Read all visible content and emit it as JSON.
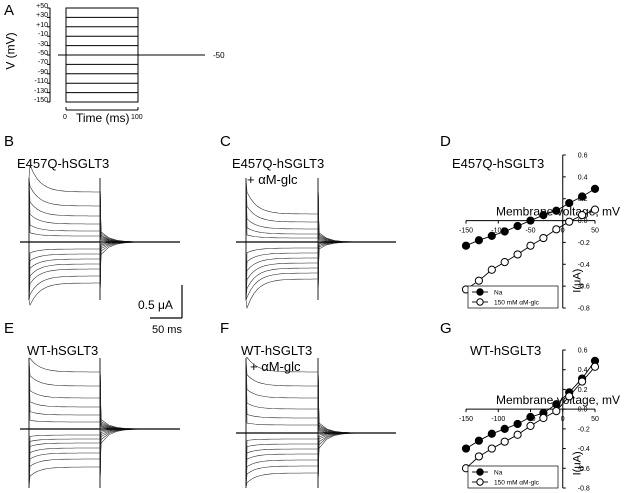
{
  "panels": {
    "A": {
      "label": "A",
      "ylabel": "V (mV)",
      "yticks": [
        "+50",
        "+30",
        "+10",
        "-10",
        "-30",
        "-50",
        "-70",
        "-90",
        "-110",
        "-130",
        "-150"
      ],
      "xlabel": "Time (ms)",
      "xtick_start": "0",
      "xtick_end": "100",
      "holding_label": "-50"
    },
    "B": {
      "label": "B",
      "title": "E457Q-hSGLT3"
    },
    "C": {
      "label": "C",
      "title": "E457Q-hSGLT3",
      "subtitle": "+ αM-glc"
    },
    "D": {
      "label": "D",
      "title": "E457Q-hSGLT3"
    },
    "E": {
      "label": "E",
      "title": "WT-hSGLT3"
    },
    "F": {
      "label": "F",
      "title": "WT-hSGLT3",
      "subtitle": "+ αM-glc"
    },
    "G": {
      "label": "G",
      "title": "WT-hSGLT3"
    },
    "scalebar": {
      "current": "0.5 μA",
      "time": "50 ms"
    }
  },
  "chart_data": [
    {
      "panel": "D",
      "type": "line",
      "xlabel": "Membrane voltage, mV",
      "ylabel": "I(μA)",
      "xlim": [
        -150,
        50
      ],
      "ylim": [
        -0.8,
        0.6
      ],
      "xticks": [
        "-150",
        "-100",
        "-50",
        "0",
        "50"
      ],
      "yticks": [
        "0.6",
        "0.4",
        "0.2",
        "0.0",
        "-0.2",
        "-0.4",
        "-0.6",
        "-0.8"
      ],
      "legend_position": "bottom-left",
      "series": [
        {
          "name": "Na",
          "marker": "filled",
          "x": [
            -150,
            -130,
            -110,
            -90,
            -70,
            -50,
            -30,
            -10,
            10,
            30,
            50
          ],
          "y": [
            -0.23,
            -0.18,
            -0.14,
            -0.1,
            -0.05,
            0.0,
            0.05,
            0.09,
            0.16,
            0.22,
            0.29
          ]
        },
        {
          "name": "150 mM αM-glc",
          "marker": "open",
          "x": [
            -150,
            -130,
            -110,
            -90,
            -70,
            -50,
            -30,
            -10,
            10,
            30,
            50
          ],
          "y": [
            -0.63,
            -0.55,
            -0.45,
            -0.38,
            -0.31,
            -0.23,
            -0.16,
            -0.08,
            -0.01,
            0.05,
            0.1
          ]
        }
      ]
    },
    {
      "panel": "G",
      "type": "line",
      "xlabel": "Membrane voltage, mV",
      "ylabel": "I(μA)",
      "xlim": [
        -150,
        50
      ],
      "ylim": [
        -0.8,
        0.6
      ],
      "xticks": [
        "-150",
        "-100",
        "-50",
        "0",
        "50"
      ],
      "yticks": [
        "0.6",
        "0.4",
        "0.2",
        "0.0",
        "-0.2",
        "-0.4",
        "-0.6",
        "-0.8"
      ],
      "legend_position": "bottom-left",
      "series": [
        {
          "name": "Na",
          "marker": "filled",
          "x": [
            -150,
            -130,
            -110,
            -90,
            -70,
            -50,
            -30,
            -10,
            10,
            30,
            50
          ],
          "y": [
            -0.4,
            -0.32,
            -0.25,
            -0.2,
            -0.15,
            -0.08,
            -0.04,
            0.05,
            0.17,
            0.31,
            0.49
          ]
        },
        {
          "name": "150 mM αM-glc",
          "marker": "open",
          "x": [
            -150,
            -130,
            -110,
            -90,
            -70,
            -50,
            -30,
            -10,
            10,
            30,
            50
          ],
          "y": [
            -0.6,
            -0.48,
            -0.4,
            -0.33,
            -0.26,
            -0.17,
            -0.09,
            -0.02,
            0.13,
            0.28,
            0.43
          ]
        }
      ]
    }
  ]
}
